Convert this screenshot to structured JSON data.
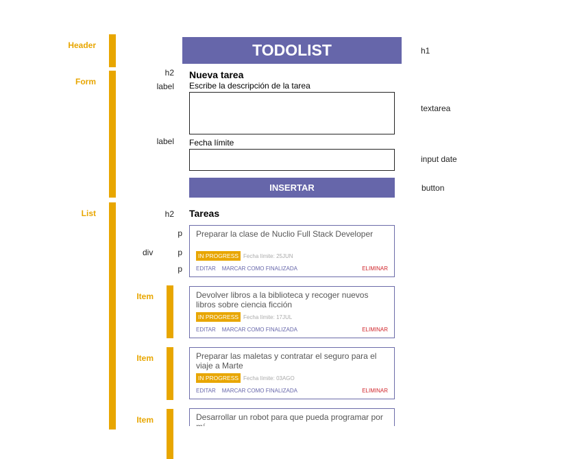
{
  "sections": {
    "header": "Header",
    "form": "Form",
    "list": "List",
    "item": "Item"
  },
  "tags": {
    "h1": "h1",
    "h2": "h2",
    "label": "label",
    "textarea": "textarea",
    "input_date": "input date",
    "button": "button",
    "p": "p",
    "div": "div"
  },
  "app": {
    "title": "TODOLIST"
  },
  "form": {
    "heading": "Nueva tarea",
    "description_label": "Escribe la descripción de la tarea",
    "description_value": "",
    "date_label": "Fecha límite",
    "date_value": "",
    "submit_label": "INSERTAR"
  },
  "list": {
    "heading": "Tareas",
    "tasks": [
      {
        "description": "Preparar la clase de Nuclio Full Stack Developer",
        "status": "IN PROGRESS",
        "due": "Fecha límite: 25JUN",
        "edit": "EDITAR",
        "complete": "MARCAR COMO FINALIZADA",
        "delete": "ELIMINAR"
      },
      {
        "description": "Devolver libros a la biblioteca y recoger nuevos libros sobre ciencia ficción",
        "status": "IN PROGRESS",
        "due": "Fecha límite: 17JUL",
        "edit": "EDITAR",
        "complete": "MARCAR COMO FINALIZADA",
        "delete": "ELIMINAR"
      },
      {
        "description": "Preparar las maletas y contratar el seguro para el viaje a Marte",
        "status": "IN PROGRESS",
        "due": "Fecha límite: 03AGO",
        "edit": "EDITAR",
        "complete": "MARCAR COMO FINALIZADA",
        "delete": "ELIMINAR"
      },
      {
        "description": "Desarrollar un robot para que pueda programar por mí"
      }
    ]
  },
  "colors": {
    "section_accent": "#e8a600",
    "primary": "#6666aa",
    "status_badge": "#e8a600",
    "delete_action": "#d0262c"
  }
}
